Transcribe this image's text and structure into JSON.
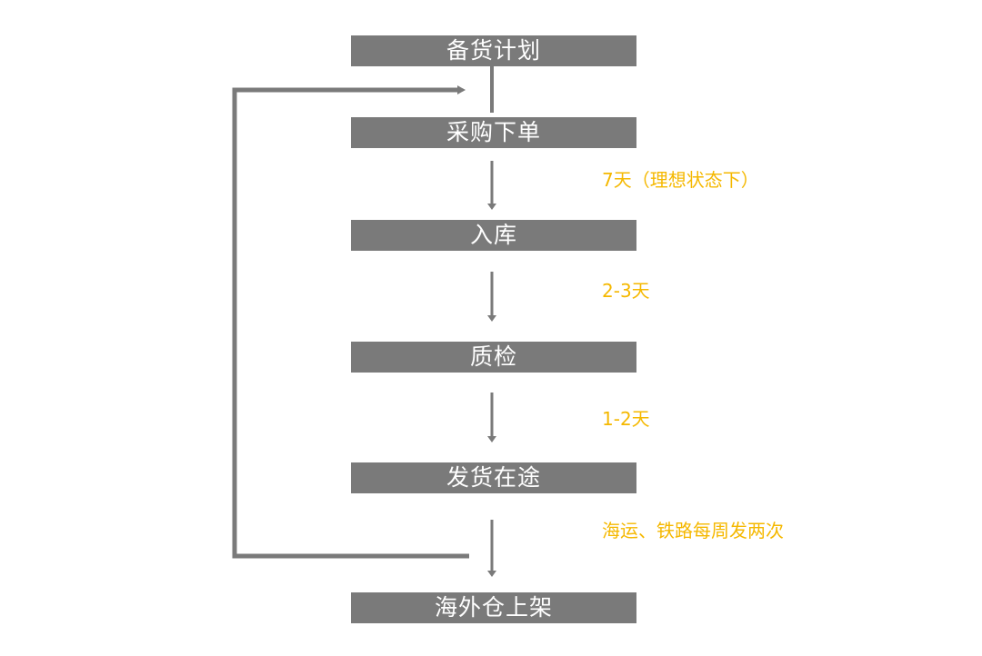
{
  "steps": [
    {
      "label": "备货计划"
    },
    {
      "label": "采购下单"
    },
    {
      "label": "入库"
    },
    {
      "label": "质检"
    },
    {
      "label": "发货在途"
    },
    {
      "label": "海外仓上架"
    }
  ],
  "durations": [
    {
      "label": "7天（理想状态下）"
    },
    {
      "label": "2-3天"
    },
    {
      "label": "1-2天"
    },
    {
      "label": "海运、铁路每周发两次"
    }
  ],
  "colors": {
    "box": "#7a7a7a",
    "box_text": "#ffffff",
    "arrow": "#7a7a7a",
    "note": "#f5b800"
  }
}
